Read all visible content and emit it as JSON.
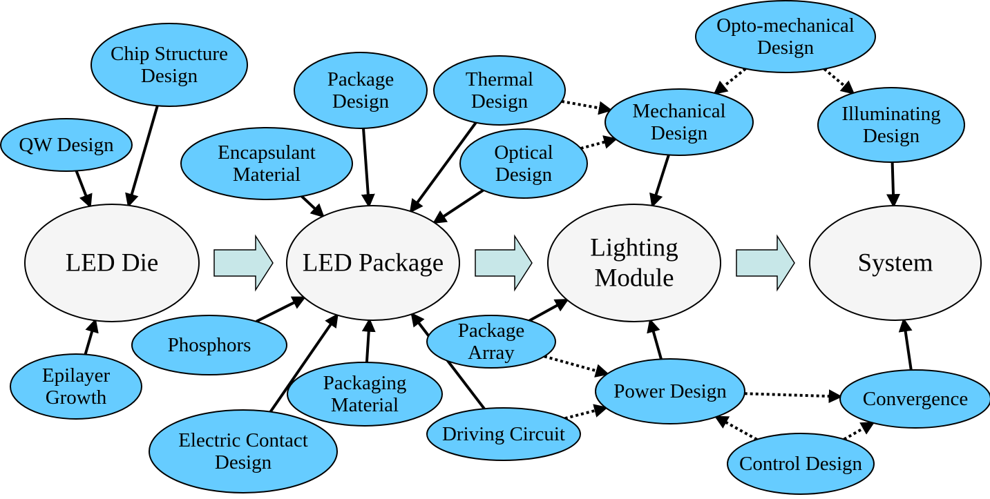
{
  "nodes": {
    "qw": [
      "QW Design"
    ],
    "chip": [
      "Chip Structure",
      "Design"
    ],
    "epilayer": [
      "Epilayer",
      "Growth"
    ],
    "led_die": [
      "LED Die"
    ],
    "encapsulant": [
      "Encapsulant",
      "Material"
    ],
    "pkg_design": [
      "Package",
      "Design"
    ],
    "thermal": [
      "Thermal",
      "Design"
    ],
    "optical": [
      "Optical",
      "Design"
    ],
    "phosphors": [
      "Phosphors"
    ],
    "electric": [
      "Electric Contact",
      "Design"
    ],
    "pkg_material": [
      "Packaging",
      "Material"
    ],
    "driving": [
      "Driving Circuit"
    ],
    "led_package": [
      "LED Package"
    ],
    "opto": [
      "Opto-mechanical",
      "Design"
    ],
    "mechanical": [
      "Mechanical",
      "Design"
    ],
    "illuminating": [
      "Illuminating",
      "Design"
    ],
    "lighting": [
      "Lighting",
      "Module"
    ],
    "system": [
      "System"
    ],
    "pkg_array": [
      "Package",
      "Array"
    ],
    "power": [
      "Power Design"
    ],
    "convergence": [
      "Convergence"
    ],
    "control": [
      "Control Design"
    ]
  },
  "colors": {
    "sub_fill": "#66ccff",
    "main_fill": "#f5f5f5",
    "stage_arrow_fill": "#c7e7e8",
    "stroke": "#000000"
  },
  "edges": [
    {
      "from": "qw",
      "to": "led_die",
      "style": "solid"
    },
    {
      "from": "chip",
      "to": "led_die",
      "style": "solid"
    },
    {
      "from": "epilayer",
      "to": "led_die",
      "style": "solid"
    },
    {
      "from": "encapsulant",
      "to": "led_package",
      "style": "solid"
    },
    {
      "from": "pkg_design",
      "to": "led_package",
      "style": "solid"
    },
    {
      "from": "thermal",
      "to": "led_package",
      "style": "solid"
    },
    {
      "from": "optical",
      "to": "led_package",
      "style": "solid"
    },
    {
      "from": "phosphors",
      "to": "led_package",
      "style": "solid"
    },
    {
      "from": "electric",
      "to": "led_package",
      "style": "solid"
    },
    {
      "from": "pkg_material",
      "to": "led_package",
      "style": "solid"
    },
    {
      "from": "driving",
      "to": "led_package",
      "style": "solid"
    },
    {
      "from": "thermal",
      "to": "mechanical",
      "style": "dotted"
    },
    {
      "from": "optical",
      "to": "mechanical",
      "style": "dotted"
    },
    {
      "from": "opto",
      "to": "mechanical",
      "style": "dotted"
    },
    {
      "from": "opto",
      "to": "illuminating",
      "style": "dotted"
    },
    {
      "from": "mechanical",
      "to": "lighting",
      "style": "solid"
    },
    {
      "from": "illuminating",
      "to": "system",
      "style": "solid"
    },
    {
      "from": "pkg_array",
      "to": "lighting",
      "style": "solid"
    },
    {
      "from": "pkg_array",
      "to": "power",
      "style": "dotted"
    },
    {
      "from": "power",
      "to": "lighting",
      "style": "solid"
    },
    {
      "from": "driving",
      "to": "power",
      "style": "dotted"
    },
    {
      "from": "power",
      "to": "convergence",
      "style": "dotted"
    },
    {
      "from": "convergence",
      "to": "system",
      "style": "solid"
    },
    {
      "from": "control",
      "to": "power",
      "style": "dotted"
    },
    {
      "from": "control",
      "to": "convergence",
      "style": "dotted"
    }
  ]
}
